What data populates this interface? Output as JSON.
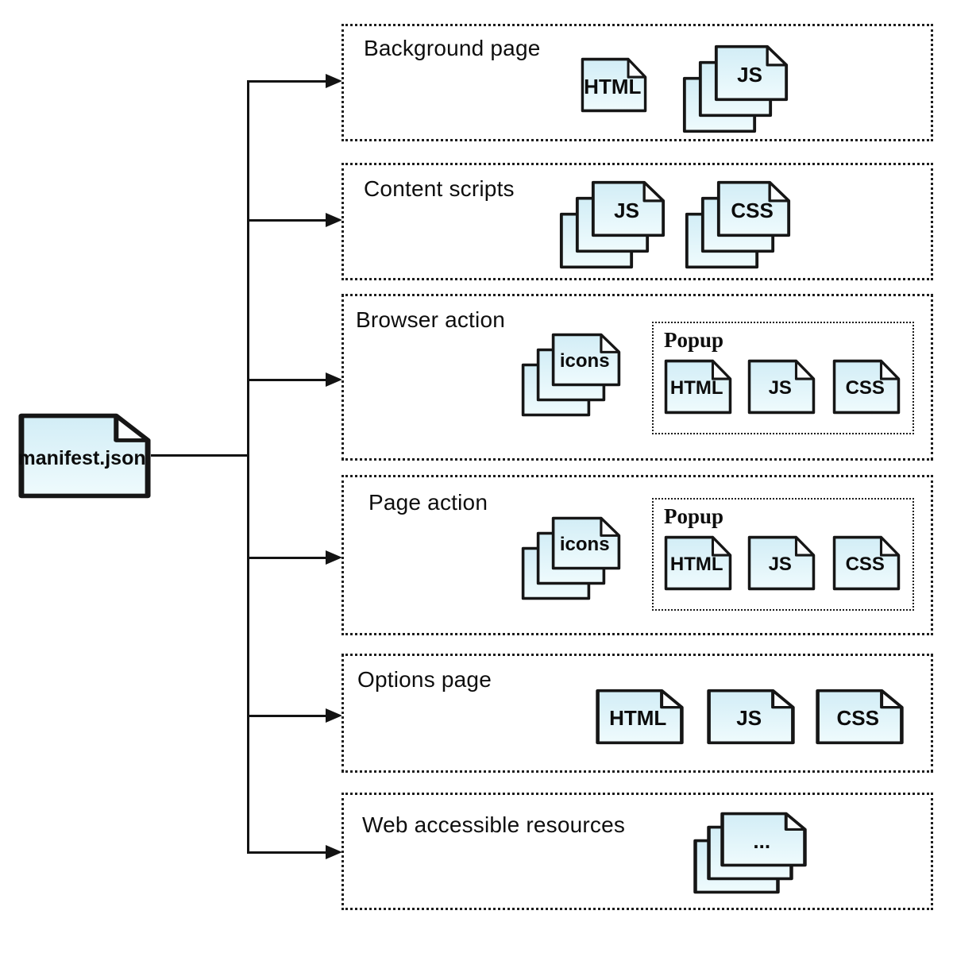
{
  "manifest": {
    "label": "manifest.json"
  },
  "sections": {
    "background_page": {
      "label": "Background page",
      "files": [
        "HTML",
        "JS"
      ]
    },
    "content_scripts": {
      "label": "Content scripts",
      "files": [
        "JS",
        "CSS"
      ]
    },
    "browser_action": {
      "label": "Browser action",
      "icons_label": "icons",
      "popup": {
        "label": "Popup",
        "files": [
          "HTML",
          "JS",
          "CSS"
        ]
      }
    },
    "page_action": {
      "label": "Page action",
      "icons_label": "icons",
      "popup": {
        "label": "Popup",
        "files": [
          "HTML",
          "JS",
          "CSS"
        ]
      }
    },
    "options_page": {
      "label": "Options page",
      "files": [
        "HTML",
        "JS",
        "CSS"
      ]
    },
    "web_accessible_resources": {
      "label": "Web accessible resources",
      "stack_label": "..."
    }
  },
  "colors": {
    "doc_fill_top": "#d2edf6",
    "doc_fill_bottom": "#effbfd",
    "doc_border": "#161616",
    "line": "#131313"
  }
}
